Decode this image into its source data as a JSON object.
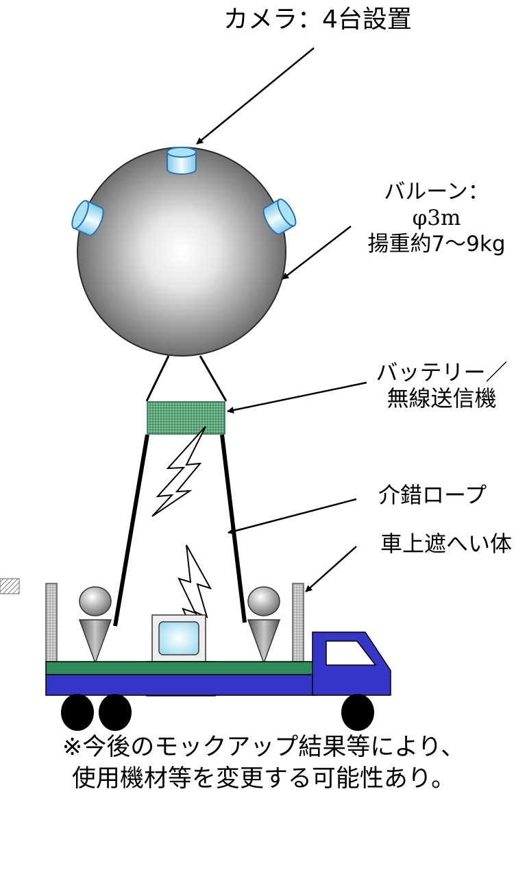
{
  "labels": {
    "camera": "カメラ：4台設置",
    "balloon_title": "バルーン：",
    "balloon_diameter": "φ3m",
    "balloon_lift": "揚重約7～9kg",
    "battery_line1": "バッテリー／",
    "battery_line2": "無線送信機",
    "rope": "介錯ロープ",
    "shield": "車上遮へい体",
    "note_line1": "※今後のモックアップ結果等により、",
    "note_line2": "使用機材等を変更する可能性あり。"
  },
  "colors": {
    "balloon_light": "#ffffff",
    "balloon_dark": "#6e6e6e",
    "camera": "#a9e2f3",
    "camera_edge": "#2b6fb3",
    "battery": "#5aa77a",
    "truck_body": "#3535c8",
    "truck_deck": "#2e8b57",
    "shield_panel": "#b8b8b8",
    "monitor_screen": "#cdeef6",
    "person": "#8a8a8a",
    "wheel": "#000000"
  },
  "icons": [
    "lightning-icon",
    "camera-icon",
    "person-icon",
    "monitor-icon",
    "truck-icon"
  ]
}
